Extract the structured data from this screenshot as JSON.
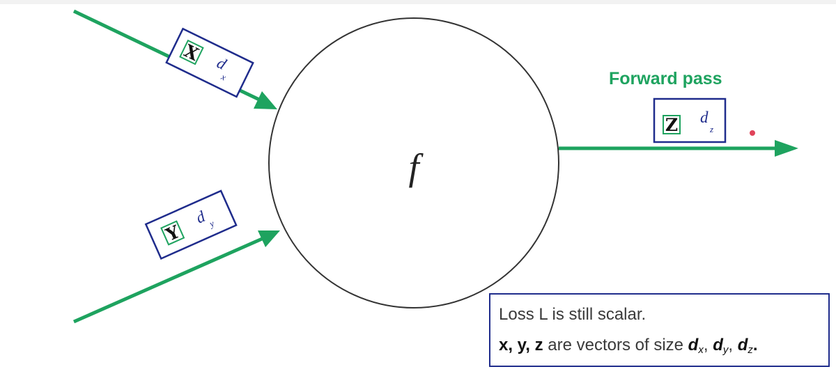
{
  "colors": {
    "green": "#1ea35f",
    "navy": "#1f2c8c",
    "dot": "#e0435a"
  },
  "node": {
    "function_label": "f"
  },
  "inputs": {
    "x": {
      "var": "X",
      "dim": "d",
      "dim_sub": "x"
    },
    "y": {
      "var": "Y",
      "dim": "d",
      "dim_sub": "y"
    }
  },
  "output": {
    "var": "Z",
    "dim": "d",
    "dim_sub": "z",
    "pass_label": "Forward pass"
  },
  "note": {
    "line1": "Loss L is still scalar.",
    "line2_vars": "x, y, z",
    "line2_text": " are vectors of size ",
    "dims": [
      {
        "d": "d",
        "sub": "x",
        "sep": ", "
      },
      {
        "d": "d",
        "sub": "y",
        "sep": ", "
      },
      {
        "d": "d",
        "sub": "z",
        "sep": "."
      }
    ]
  }
}
